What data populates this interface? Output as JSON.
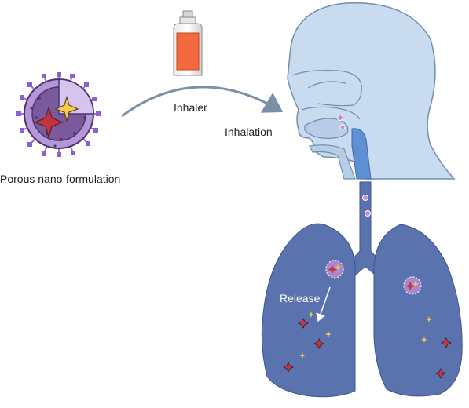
{
  "labels": {
    "particle": "Porous nano-formulation",
    "device": "Inhaler",
    "route": "Inhalation",
    "lung_process": "Release"
  },
  "colors": {
    "head": "#c9dcef",
    "head_outline": "#6f8fb0",
    "lungs": "#5a72ae",
    "arrow": "#7b8fa6",
    "particle_core": "#7a5a9c",
    "particle_shell": "#b596d6",
    "spikes": "#9a6be0",
    "red_star": "#c8323c",
    "yellow_star": "#f5cc4b",
    "inhaler_body": "#f26a3d"
  }
}
